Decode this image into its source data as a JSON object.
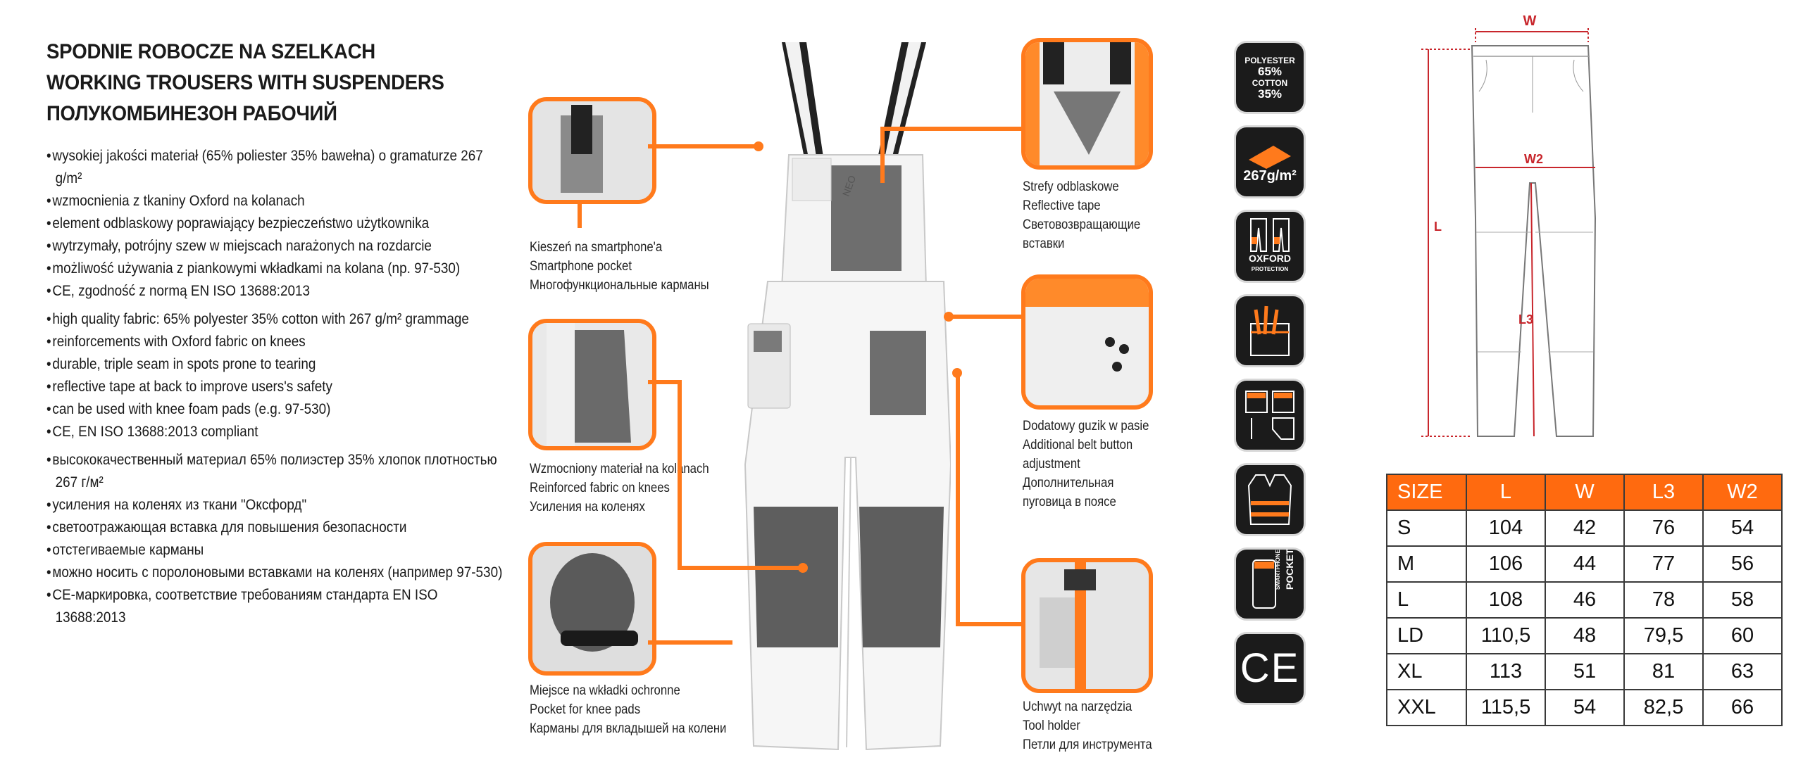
{
  "titles": [
    "SPODNIE ROBOCZE NA SZELKACH",
    "WORKING TROUSERS WITH SUSPENDERS",
    "ПОЛУКОМБИНЕЗОН РАБОЧИЙ"
  ],
  "bullets_pl": [
    "wysokiej jakości materiał (65% poliester 35% bawełna) o gramaturze 267 g/m²",
    "wzmocnienia z tkaniny Oxford na kolanach",
    "element odblaskowy poprawiający bezpieczeństwo użytkownika",
    "wytrzymały, potrójny szew w miejscach narażonych na rozdarcie",
    "możliwość używania z piankowymi wkładkami na kolana (np. 97-530)",
    "CE, zgodność z normą EN ISO 13688:2013"
  ],
  "bullets_en": [
    "high quality fabric: 65% polyester 35% cotton with 267 g/m² grammage",
    "reinforcements with Oxford fabric on knees",
    "durable, triple seam in spots prone to tearing",
    "reflective tape at back to improve users's safety",
    "can be used with knee foam pads (e.g. 97-530)",
    "CE, EN ISO 13688:2013 compliant"
  ],
  "bullets_ru": [
    "высококачественный материал 65% полиэстер 35% хлопок плотностью 267 г/м²",
    "усиления на коленях из ткани \"Оксфорд\"",
    "светоотражающая вставка для повышения безопасности",
    "отстегиваемые карманы",
    "можно носить с поролоновыми вставками на коленях (например 97-530)",
    "CE-маркировка, соответствие требованиям стандарта EN ISO 13688:2013"
  ],
  "captions": {
    "smartphone": [
      "Kieszeń na smartphone'a",
      "Smartphone pocket",
      "Многофункциональные карманы"
    ],
    "knees": [
      "Wzmocniony materiał na kolanach",
      "Reinforced fabric on knees",
      "Усиления на коленях"
    ],
    "kneepads": [
      "Miejsce na wkładki ochronne",
      "Pocket for knee pads",
      "Карманы для вкладышей на колени"
    ],
    "reflective": [
      "Strefy odblaskowe",
      "Reflective tape",
      "Световозвращающие",
      "вставки"
    ],
    "button": [
      "Dodatowy guzik w pasie",
      "Additional belt button",
      "adjustment",
      "Дополнительная",
      "пуговица в поясе"
    ],
    "tool": [
      "Uchwyt na narzędzia",
      "Tool holder",
      "Петли для инструмента"
    ]
  },
  "garment_logo": "NEO",
  "icons": {
    "fabric": [
      "POLYESTER",
      "65%",
      "COTTON",
      "35%"
    ],
    "weight": "267g/m²",
    "oxford": [
      "OXFORD",
      "PROTECTION"
    ],
    "pocket": [
      "SMARTPHONE",
      "POCKET"
    ],
    "ce": "CE"
  },
  "diagram_labels": {
    "w": "W",
    "w2": "W2",
    "l": "L",
    "l3": "L3"
  },
  "size_table": {
    "headers": [
      "SIZE",
      "L",
      "W",
      "L3",
      "W2"
    ],
    "rows": [
      [
        "S",
        "104",
        "42",
        "76",
        "54"
      ],
      [
        "M",
        "106",
        "44",
        "77",
        "56"
      ],
      [
        "L",
        "108",
        "46",
        "78",
        "58"
      ],
      [
        "LD",
        "110,5",
        "48",
        "79,5",
        "60"
      ],
      [
        "XL",
        "113",
        "51",
        "81",
        "63"
      ],
      [
        "XXL",
        "115,5",
        "54",
        "82,5",
        "66"
      ]
    ]
  },
  "colors": {
    "accent": "#ff7a1c",
    "table_header": "#ff6a0f",
    "icon_bg": "#1b1b1b",
    "dimension_red": "#c8262c"
  }
}
